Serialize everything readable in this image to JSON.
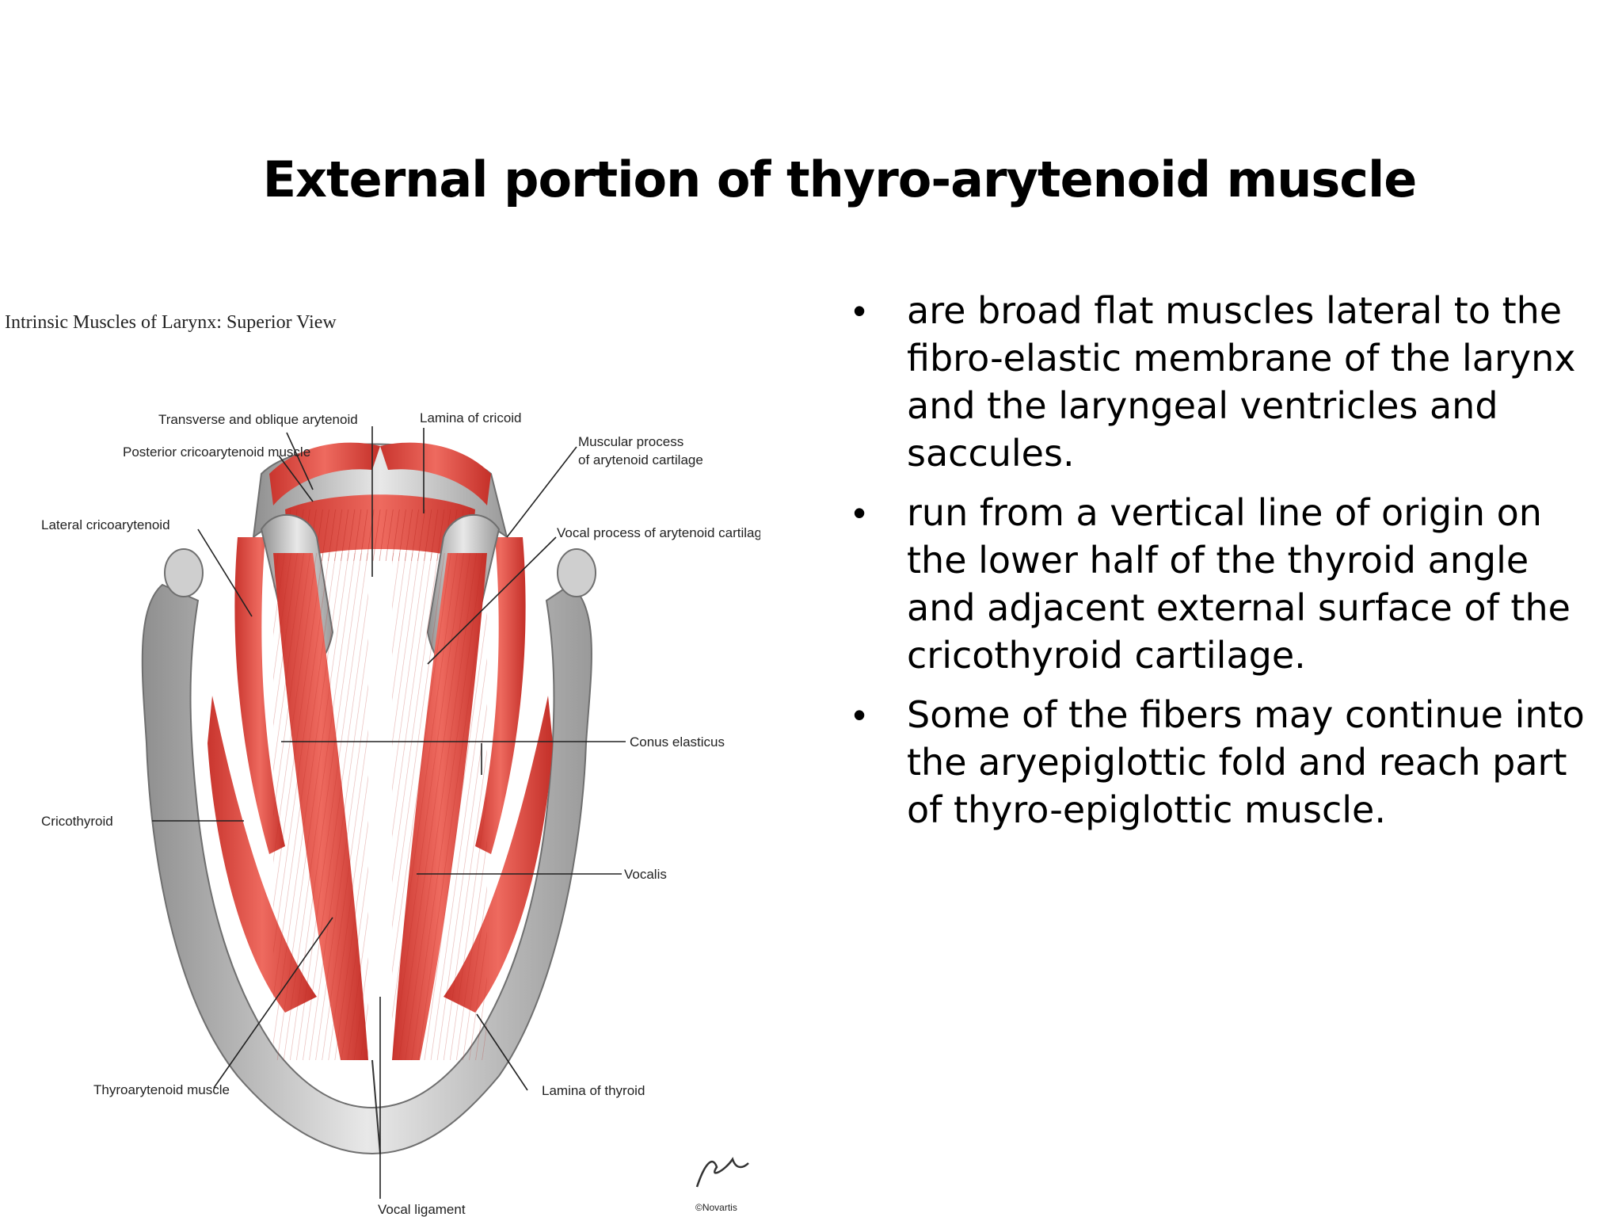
{
  "slide": {
    "title": "External portion of thyro-arytenoid muscle",
    "bullets": [
      "are broad flat muscles lateral to the fibro-elastic membrane of the larynx and the laryngeal ventricles and saccules.",
      "run from a vertical line of origin on the lower half of the thyroid angle and adjacent external surface of the cricothyroid cartilage.",
      "Some of the fibers may continue into the aryepiglottic fold  and reach part of thyro-epiglottic muscle."
    ]
  },
  "figure": {
    "title": "Intrinsic Muscles of Larynx: Superior View",
    "labels": {
      "transverse_oblique": "Transverse and oblique arytenoid",
      "lamina_cricoid": "Lamina of cricoid",
      "posterior_crico": "Posterior cricoarytenoid muscle",
      "muscular_process_1": "Muscular process",
      "muscular_process_2": "of arytenoid cartilage",
      "lateral_crico": "Lateral cricoarytenoid",
      "vocal_process": "Vocal process of arytenoid cartilage",
      "conus": "Conus elasticus",
      "cricothyroid": "Cricothyroid",
      "vocalis": "Vocalis",
      "thyroarytenoid": "Thyroarytenoid muscle",
      "lamina_thyroid": "Lamina of thyroid",
      "vocal_ligament": "Vocal ligament",
      "credit": "©Novartis"
    },
    "colors": {
      "muscle": "#e0483f",
      "cartilage": "#a8a8a8",
      "cartilage_light": "#e4e4e4"
    }
  }
}
